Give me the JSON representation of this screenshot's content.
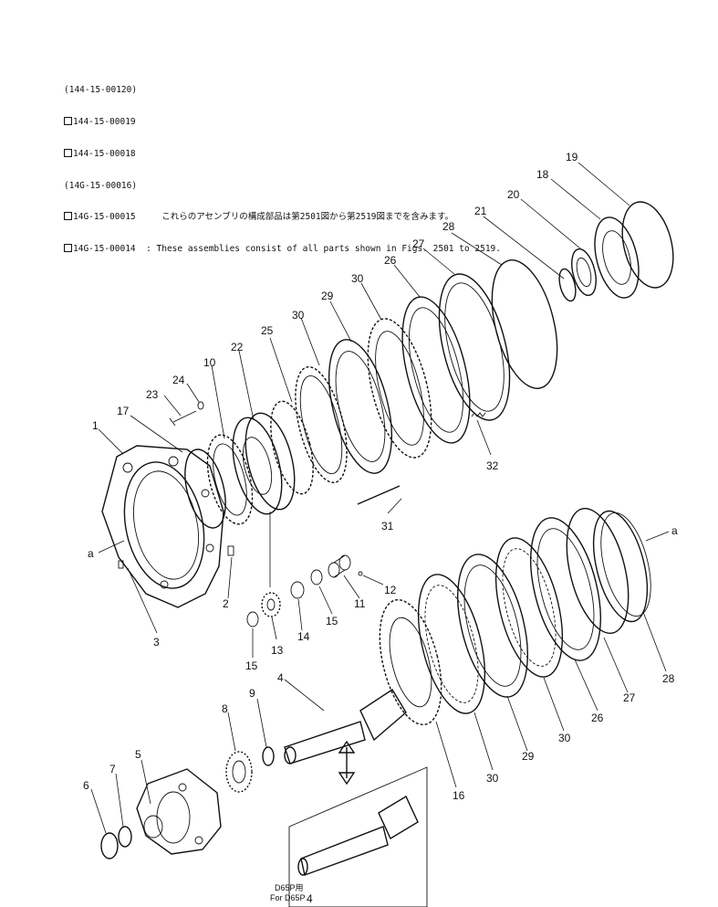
{
  "header": {
    "lines": [
      {
        "box": false,
        "text": "(144-15-00120)"
      },
      {
        "box": true,
        "text": "144-15-00019"
      },
      {
        "box": true,
        "text": "144-15-00018"
      },
      {
        "box": false,
        "text": "(14G-15-00016)"
      },
      {
        "box": true,
        "text": "14G-15-00015     これらのアセンブリの構成部品は第2501図から第2519図までを含みます。"
      },
      {
        "box": true,
        "text": "14G-15-00014  : These assemblies consist of all parts shown in Figs. 2501 to 2519."
      }
    ]
  },
  "callouts": {
    "c1": "1",
    "c2": "2",
    "c3": "3",
    "c4": "4",
    "c4b": "4",
    "c5": "5",
    "c6": "6",
    "c7": "7",
    "c8": "8",
    "c9": "9",
    "c10": "10",
    "c11": "11",
    "c12": "12",
    "c13": "13",
    "c14": "14",
    "c15a": "15",
    "c15b": "15",
    "c16": "16",
    "c17": "17",
    "c18": "18",
    "c19": "19",
    "c20": "20",
    "c21": "21",
    "c22": "22",
    "c23": "23",
    "c24": "24",
    "c25": "25",
    "c26a": "26",
    "c26b": "26",
    "c27a": "27",
    "c27b": "27",
    "c28a": "28",
    "c28b": "28",
    "c29a": "29",
    "c29b": "29",
    "c30a": "30",
    "c30b": "30",
    "c30c": "30",
    "c30d": "30",
    "c31": "31",
    "c32": "32",
    "ca1": "a",
    "ca2": "a"
  },
  "inset": {
    "jp_label": "D65P用",
    "en_label": "For D65P"
  }
}
